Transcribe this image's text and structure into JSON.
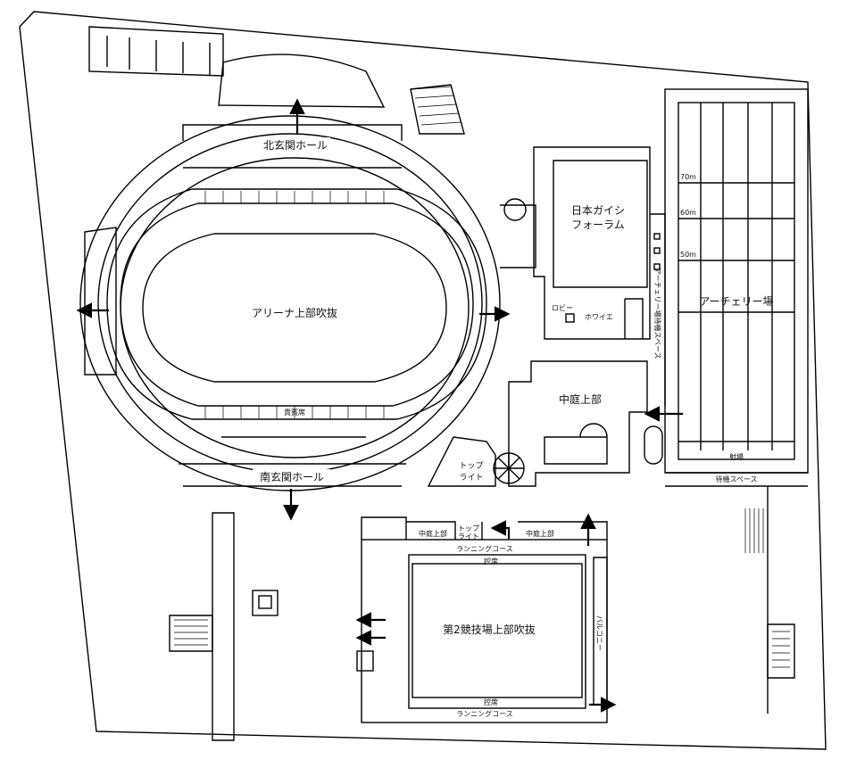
{
  "labels": {
    "north_hall": "北玄関ホール",
    "south_hall": "南玄関ホール",
    "arena_void": "アリーナ上部吹抜",
    "vip_seats": "貴賓席",
    "forum_line1": "日本ガイシ",
    "forum_line2": "フォーラム",
    "lobby": "ロビー",
    "foyer": "ホワイエ",
    "archery_waiting": "アーチェリー場待機スペース",
    "archery": "アーチェリー場",
    "dist_70": "70m",
    "dist_60": "60m",
    "dist_50": "50m",
    "shooting_place": "射場",
    "waiting_space": "待機スペース",
    "courtyard_top": "中庭上部",
    "toplight_line1": "トップ",
    "toplight_line2": "ライト",
    "courtyard_top_small_left": "中庭上部",
    "courtyard_top_small_right": "中庭上部",
    "toplight_small_1": "トップ",
    "toplight_small_2": "ライト",
    "running_course_top": "ランニングコース",
    "running_course_bottom": "ランニングコース",
    "benches_top": "控席",
    "benches_bottom": "控席",
    "balcony": "バルコニー",
    "gym2_void": "第2競技場上部吹抜"
  }
}
